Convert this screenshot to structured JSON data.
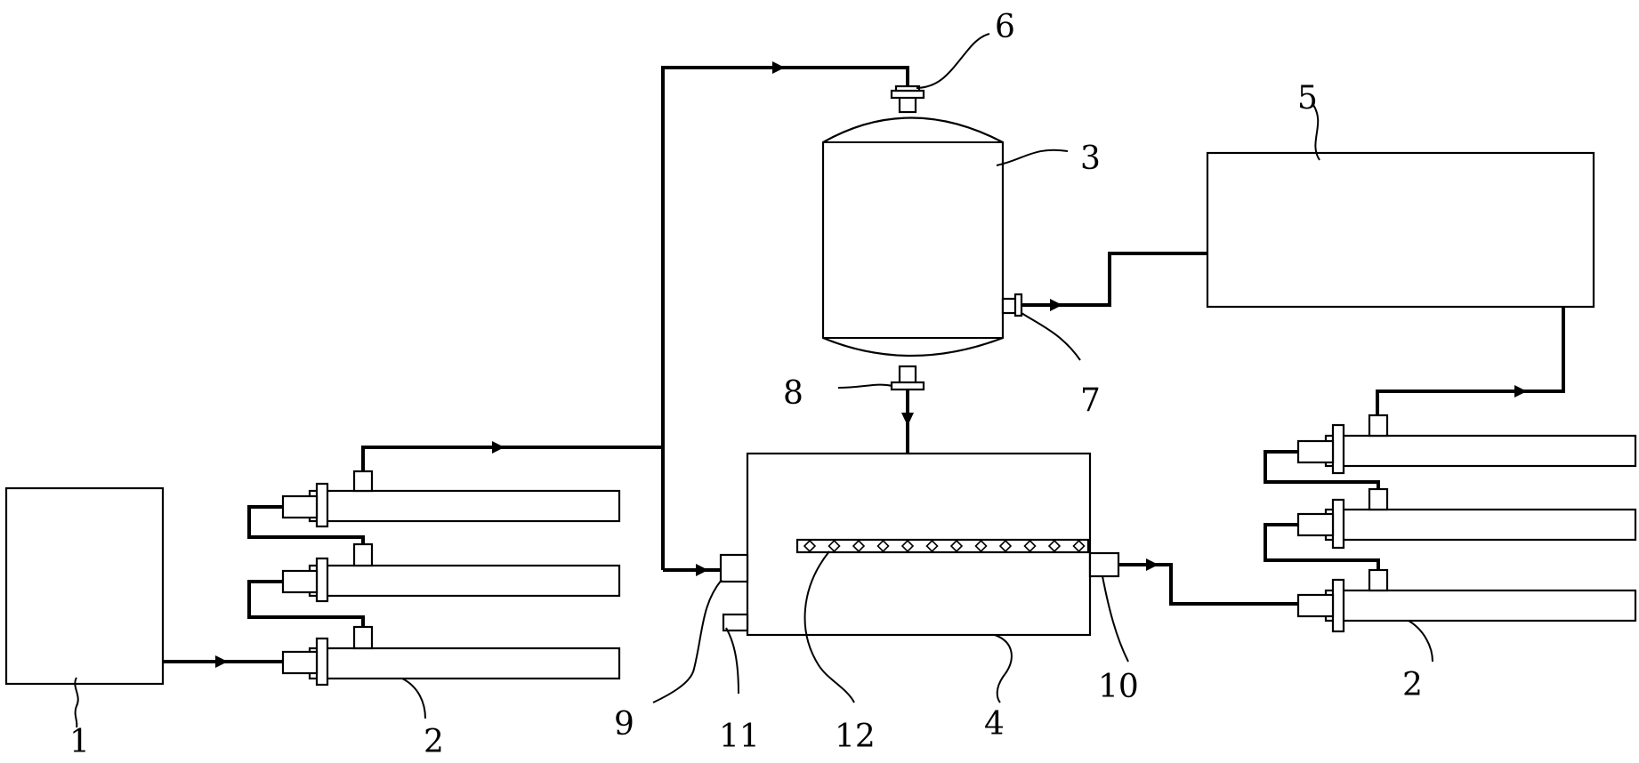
{
  "labels": {
    "l1": "1",
    "l2_left": "2",
    "l2_right": "2",
    "l3": "3",
    "l4": "4",
    "l5": "5",
    "l6": "6",
    "l7": "7",
    "l8": "8",
    "l9": "9",
    "l10": "10",
    "l11": "11",
    "l12": "12"
  }
}
